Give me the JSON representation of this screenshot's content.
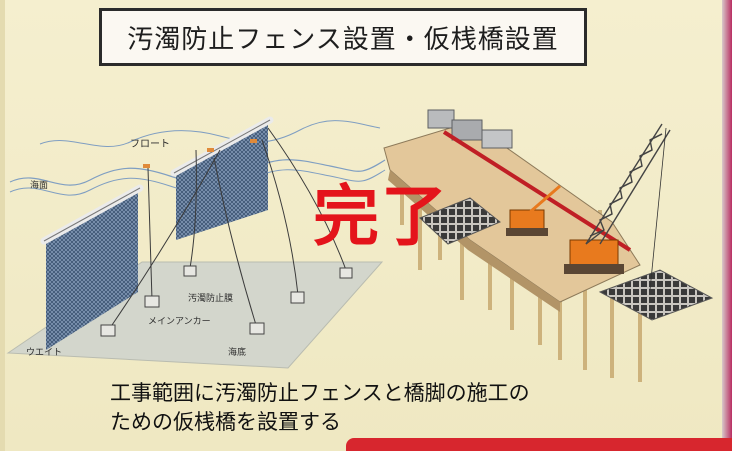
{
  "title": "汚濁防止フェンス設置・仮桟橋設置",
  "status_stamp": "完了",
  "caption": {
    "line1": "工事範囲に汚濁防止フェンスと橋脚の施工の",
    "line2": "ための仮桟橋を設置する"
  },
  "fence_diagram": {
    "label_float": "フロート",
    "label_sea_surface": "海面",
    "label_fence": "汚濁防止膜",
    "label_main_anchor": "メインアンカー",
    "label_weight": "ウエイト",
    "label_seabed": "海底"
  },
  "colors": {
    "stamp": "#e4141b",
    "frame": "#2b2b2b",
    "accent_bar": "#d7262e",
    "crane": "#e87a1e",
    "deck": "#e3c79a"
  }
}
